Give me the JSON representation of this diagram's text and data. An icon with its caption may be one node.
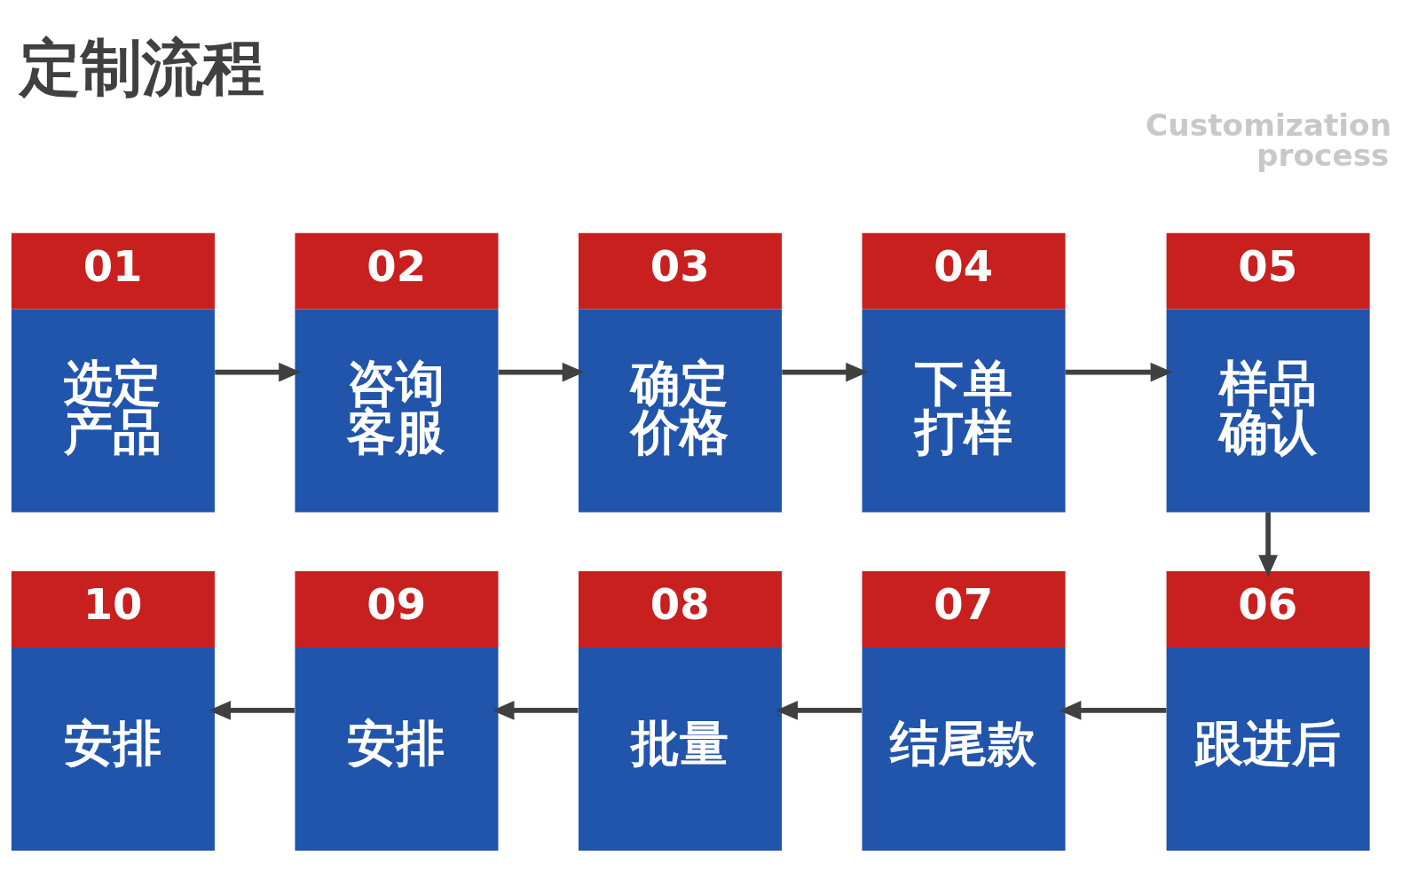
{
  "diagram": {
    "title": "定制流程",
    "nodes": [
      {
        "text": [
          "01",
          "选定产品"
        ]
      },
      {
        "text": [
          "02",
          "咨询客服"
        ]
      },
      {
        "text": [
          "03",
          "确定价格"
        ]
      },
      {
        "text": [
          "04",
          "下单打样"
        ]
      },
      {
        "text": [
          "05",
          "样品确认"
        ]
      },
      {
        "text": [
          "06",
          "跟进后"
        ]
      },
      {
        "text": [
          "07",
          "结尾款"
        ]
      },
      {
        "text": [
          "08",
          "批量"
        ]
      },
      {
        "text": [
          "09",
          "安排"
        ]
      },
      {
        "text": [
          "10",
          "安排"
        ]
      }
    ],
    "edges": [
      {
        "from": 0,
        "to": 1,
        "arrow": "to"
      },
      {
        "from": 1,
        "to": 2,
        "arrow": "to"
      },
      {
        "from": 2,
        "to": 3,
        "arrow": "to"
      },
      {
        "from": 3,
        "to": 4,
        "arrow": "to"
      },
      {
        "from": 4,
        "to": 5,
        "arrow": "to"
      },
      {
        "from": 5,
        "to": 6,
        "arrow": "to"
      },
      {
        "from": 6,
        "to": 7,
        "arrow": "to"
      },
      {
        "from": 7,
        "to": 8,
        "arrow": "to"
      },
      {
        "from": 8,
        "to": 9,
        "arrow": "to"
      }
    ],
    "labels": [
      "Customization process"
    ]
  }
}
